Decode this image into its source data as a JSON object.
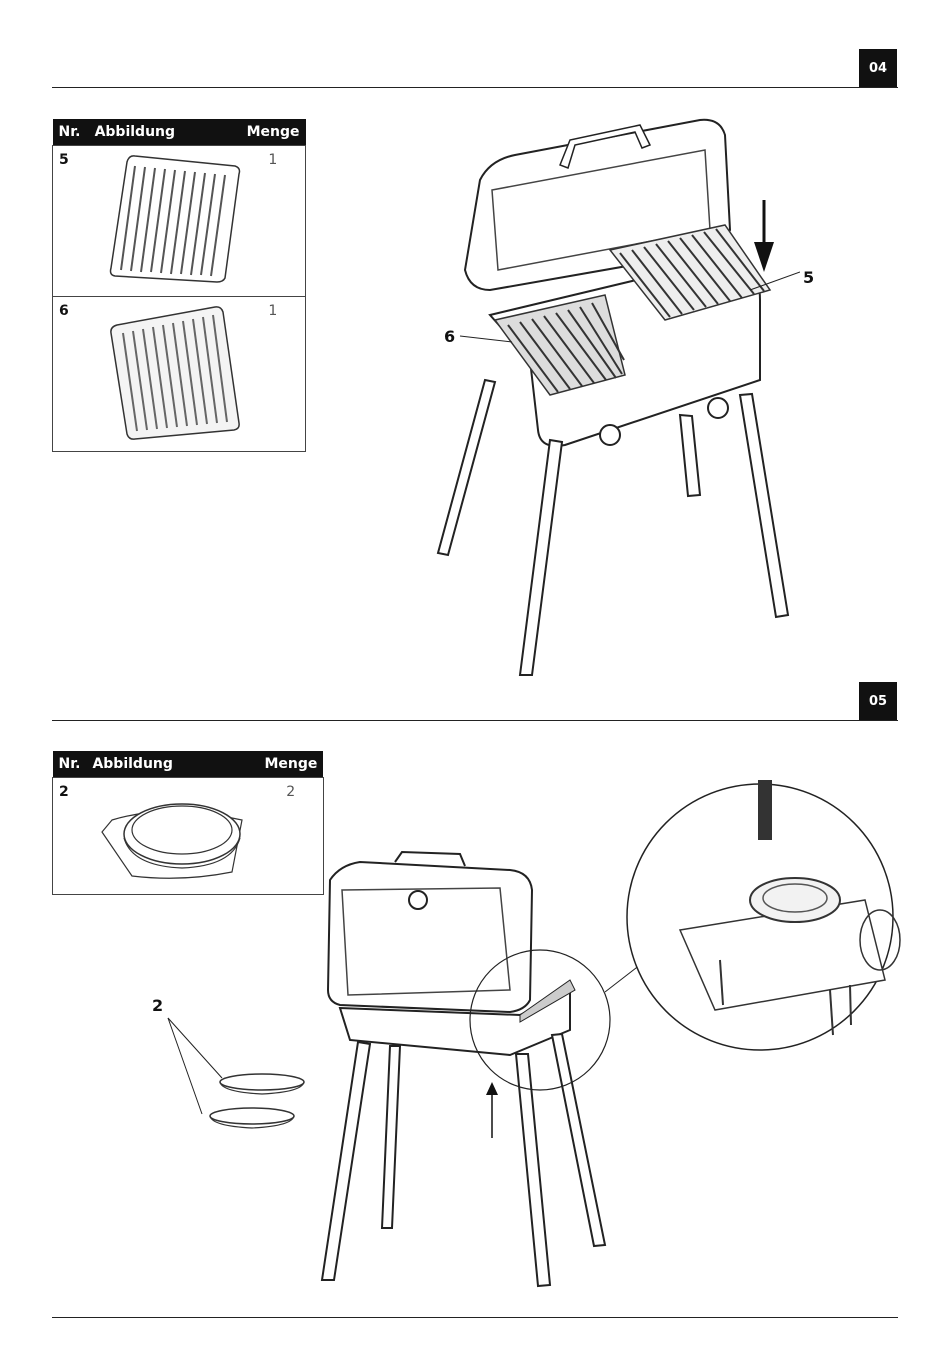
{
  "steps": [
    {
      "number": "04",
      "table": {
        "headers": {
          "nr": "Nr.",
          "image": "Abbildung",
          "qty": "Menge"
        },
        "rows": [
          {
            "nr": "5",
            "qty": "1",
            "icon": "grill-grate-icon"
          },
          {
            "nr": "6",
            "qty": "1",
            "icon": "griddle-plate-icon"
          }
        ]
      },
      "callouts": {
        "a": "5",
        "b": "6"
      }
    },
    {
      "number": "05",
      "table": {
        "headers": {
          "nr": "Nr.",
          "image": "Abbildung",
          "qty": "Menge"
        },
        "rows": [
          {
            "nr": "2",
            "qty": "2",
            "icon": "drip-tray-icon"
          }
        ]
      },
      "callouts": {
        "a": "2"
      }
    }
  ]
}
